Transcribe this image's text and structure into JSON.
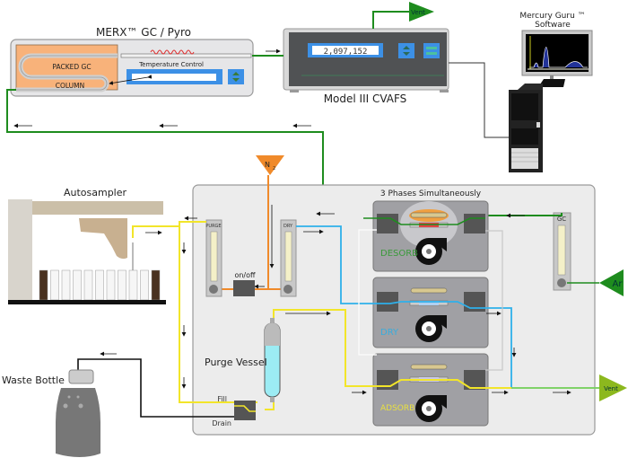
{
  "gc_pyro": {
    "title": "MERX™ GC / Pyro",
    "column_label_line1": "PACKED GC",
    "column_label_line2": "COLUMN",
    "temperature_control_label": "Temperature Control"
  },
  "cvafs": {
    "title": "Model III CVAFS",
    "display_value": "2,097,152",
    "vent_label": "Vent"
  },
  "software": {
    "title_line1": "Mercury Guru ™",
    "title_line2": "Software"
  },
  "autosampler": {
    "title": "Autosampler",
    "vial_count": 11
  },
  "system_box": {
    "title": "3 Phases Simultaneously",
    "n2_label": "N",
    "n2_subscript": "2",
    "purge_flowmeter_label": "PURGE",
    "dry_flowmeter_label": "DRY",
    "gc_flowmeter_label": "GC",
    "valve_label": "on/off",
    "purge_vessel_label": "Purge Vessel",
    "fill_label": "Fill",
    "drain_label": "Drain",
    "ar_label": "Ar",
    "vent_label": "Vent",
    "phases": [
      {
        "name": "DESORB",
        "color": "#3a9a3a"
      },
      {
        "name": "DRY",
        "color": "#3aacdc"
      },
      {
        "name": "ADSORB",
        "color": "#e8e040"
      }
    ]
  },
  "waste": {
    "title": "Waste Bottle"
  },
  "colors": {
    "gc_line": "#1e8c1e",
    "dry_line": "#2eb0ea",
    "sample_line": "#f2e52a",
    "n2_line": "#f08a2a",
    "drain_line": "#111111",
    "vent_green": "#8cb81e",
    "column_orange": "#f8b27a"
  }
}
